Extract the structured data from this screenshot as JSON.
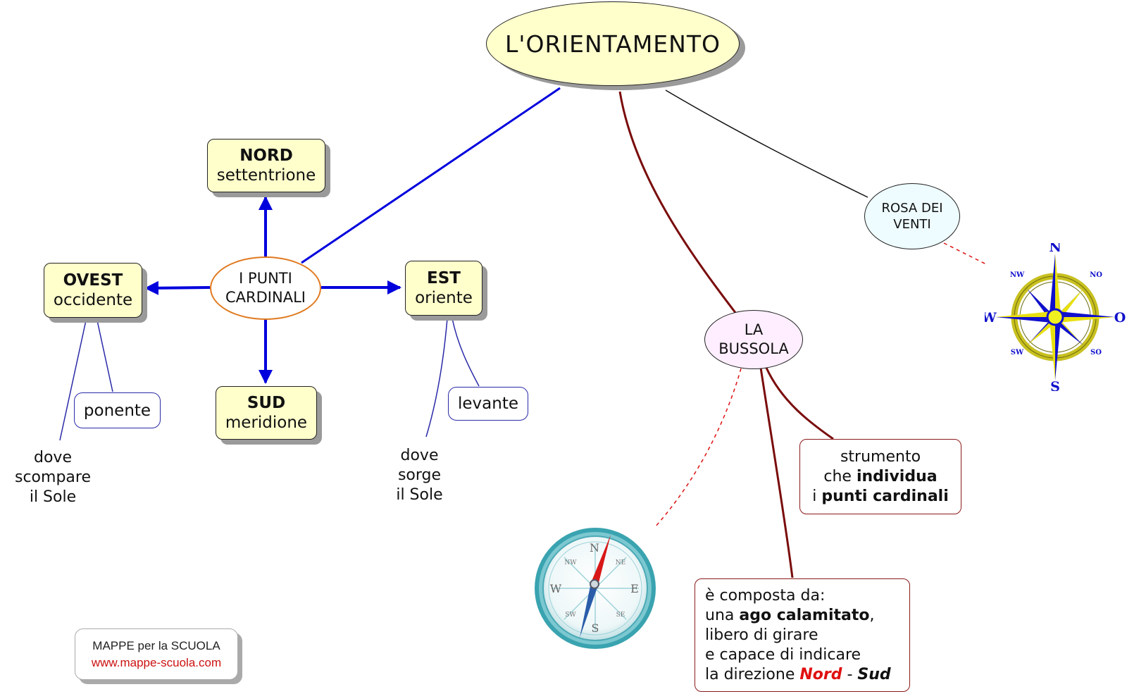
{
  "title": "L'ORIENTAMENTO",
  "center": {
    "line1": "I PUNTI",
    "line2": "CARDINALI"
  },
  "nord": {
    "name": "NORD",
    "alt": "settentrione"
  },
  "sud": {
    "name": "SUD",
    "alt": "meridione"
  },
  "est": {
    "name": "EST",
    "alt": "oriente"
  },
  "ovest": {
    "name": "OVEST",
    "alt": "occidente"
  },
  "ponente": "ponente",
  "levante": "levante",
  "dove_scompare": {
    "l1": "dove",
    "l2": "scompare",
    "l3": "il Sole"
  },
  "dove_sorge": {
    "l1": "dove",
    "l2": "sorge",
    "l3": "il Sole"
  },
  "rosa": {
    "line1": "ROSA DEI",
    "line2": "VENTI"
  },
  "bussola": {
    "line1": "LA",
    "line2": "BUSSOLA"
  },
  "strumento": {
    "l1": "strumento",
    "l2a": "che ",
    "l2b": "individua",
    "l3a": "i ",
    "l3b": "punti cardinali"
  },
  "composta": {
    "l1": "è composta da:",
    "l2a": "una ",
    "l2b": "ago calamitato",
    "l2c": ",",
    "l3": "libero di girare",
    "l4": "e capace di indicare",
    "l5a": "la direzione ",
    "l5b": "Nord",
    "l5c": " - ",
    "l5d": "Sud"
  },
  "rose_labels": {
    "n": "N",
    "s": "S",
    "w": "W",
    "o": "O",
    "nw": "NW",
    "no": "NO",
    "sw": "SW",
    "so": "SO"
  },
  "compass_labels": {
    "n": "N",
    "s": "S",
    "e": "E",
    "w": "W",
    "ne": "NE",
    "nw": "NW",
    "se": "SE",
    "sw": "SW"
  },
  "footer": {
    "line1": "MAPPE per la SCUOLA",
    "line2": "www.mappe-scuola.com"
  },
  "colors": {
    "node_yellow": "#ffffcc",
    "link_blue": "#0000dd",
    "link_dark_red": "#7a0c0c",
    "accent_red": "#e01010"
  }
}
